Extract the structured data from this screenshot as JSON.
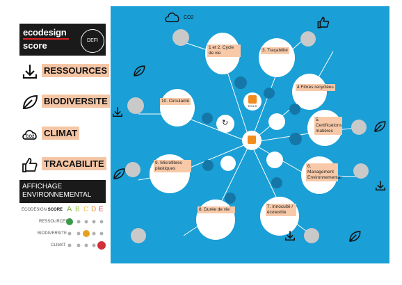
{
  "sidebar": {
    "logo_line1": "ecodesign",
    "logo_line2": "score",
    "logo_badge": "DEFI",
    "categories": [
      {
        "label": "RESSOURCES",
        "icon": "arrow-down-icon"
      },
      {
        "label": "BIODIVERSITE",
        "icon": "leaf-icon"
      },
      {
        "label": "CLIMAT",
        "icon": "co2-cloud-icon"
      },
      {
        "label": "TRACABILITE",
        "icon": "thumbs-up-icon"
      }
    ],
    "affichage_line1": "AFFICHAGE",
    "affichage_line2": "ENVIRONNEMENTAL",
    "scale": {
      "title_prefix": "ECODESIGN",
      "title_bold": "SCORE",
      "letters": [
        "A",
        "B",
        "C",
        "D",
        "E"
      ],
      "rows": [
        "RESSOURCES",
        "BIODIVERSITE",
        "CLIMAT"
      ]
    }
  },
  "diagram": {
    "top_icon": "CO2",
    "nodes": {
      "n1": "1 et 2. Cycle de vie",
      "n3": "3. Traçabilité",
      "n4": "4 Fibres recyclées",
      "n5": "5. Certifications matières",
      "n6": "6. Management Environnemental",
      "n7": "7. Innocuité / écotextile",
      "n8": "8. Durée de vie",
      "n9": "9. Microfibres plastiques",
      "n10": "10. Circularité"
    },
    "center_label": "ECO-D",
    "colors": {
      "background": "#1a9fd6",
      "node": "#ffffff",
      "hub": "#1577a8",
      "label": "#f8c9a8",
      "accent": "#f28c1e"
    }
  }
}
